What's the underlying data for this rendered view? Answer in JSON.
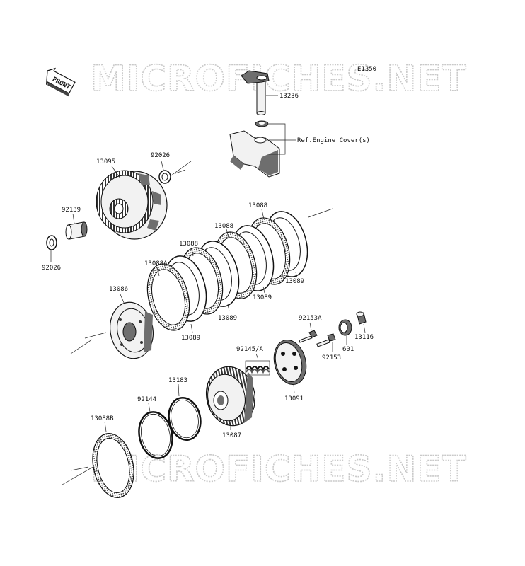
{
  "watermark": {
    "top": "MICROFICHES.NET",
    "bottom": "MICROFICHES.NET"
  },
  "diagram_code": "E1350",
  "front_icon": {
    "icon": "front-arrow-icon",
    "label": "FRONT"
  },
  "reference": {
    "text": "Ref.Engine Cover(s)"
  },
  "parts": {
    "p13236": "13236",
    "p13095": "13095",
    "p92026_top": "92026",
    "p92139": "92139",
    "p92026_left": "92026",
    "p13088_a": "13088",
    "p13088_b": "13088",
    "p13088_c": "13088",
    "p13088A": "13088A",
    "p13086": "13086",
    "p13089_a": "13089",
    "p13089_b": "13089",
    "p13089_c": "13089",
    "p13089_d": "13089",
    "p92153A": "92153A",
    "p13116": "13116",
    "p601": "601",
    "p92145A": "92145/A",
    "p92153": "92153",
    "p13091": "13091",
    "p13183": "13183",
    "p92144": "92144",
    "p13088B": "13088B",
    "p13087": "13087"
  },
  "colors": {
    "line": "#222222",
    "part_fill": "#f2f2f2",
    "shade": "#6e6e6e",
    "watermark": "#c9c9c9"
  }
}
